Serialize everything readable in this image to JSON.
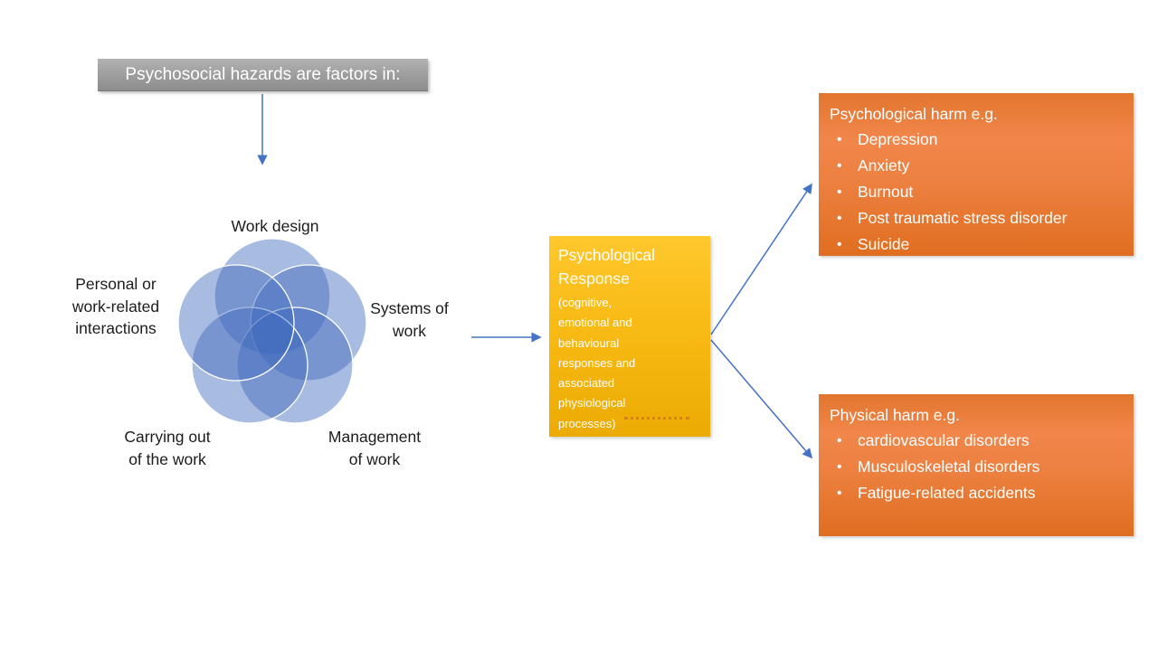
{
  "hazard_box": {
    "label": "Psychosocial hazards are factors in:"
  },
  "venn": {
    "circle_color": "#4472C4",
    "circle_opacity": 0.45,
    "labels": {
      "top": "Work design",
      "left": "Personal or\nwork-related\ninteractions",
      "right": "Systems of\nwork",
      "bottom_left": "Carrying out\nof the work",
      "bottom_right": "Management\nof work"
    }
  },
  "response_box": {
    "title": "Psychological\nResponse",
    "body": "(cognitive,\nemotional and\nbehavioural\nresponses and\nassociated\nphysiological\nprocesses)",
    "color_top": "#FFC82E",
    "color_bottom": "#EBAB02"
  },
  "harm_boxes": [
    {
      "title": "Psychological harm e.g.",
      "items": [
        "Depression",
        "Anxiety",
        "Burnout",
        "Post traumatic stress disorder",
        "Suicide"
      ]
    },
    {
      "title": "Physical harm e.g.",
      "items": [
        "cardiovascular disorders",
        "Musculoskeletal disorders",
        "Fatigue-related accidents"
      ]
    }
  ],
  "colors": {
    "arrow": "#4472C4",
    "hazard_box_gray": "#9C9C9C",
    "harm_box_orange": "#ED7D31",
    "text_on_boxes": "#FFFFFF",
    "diagram_text": "#1C1C1C"
  }
}
